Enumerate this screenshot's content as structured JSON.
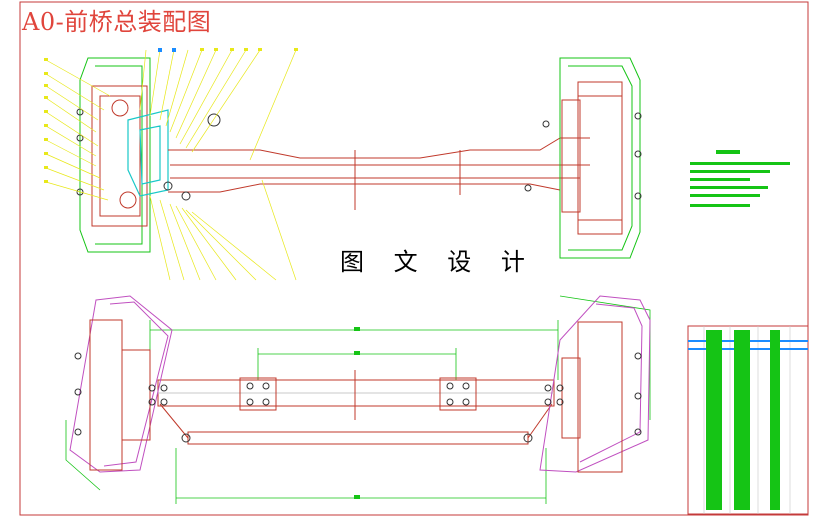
{
  "title": "A0-前桥总装配图",
  "watermark": "图 文 设 计",
  "colors": {
    "frame": "#c43a3a",
    "outline": "#c0392b",
    "green": "#15c415",
    "blue": "#1a8cff",
    "cyan": "#19c8c8",
    "yellow": "#e8e81a",
    "magenta": "#c050c0",
    "white_line": "#c8c8c8",
    "black": "#000000"
  },
  "views": {
    "front": {
      "name": "front-elevation"
    },
    "top": {
      "name": "plan-view"
    }
  }
}
